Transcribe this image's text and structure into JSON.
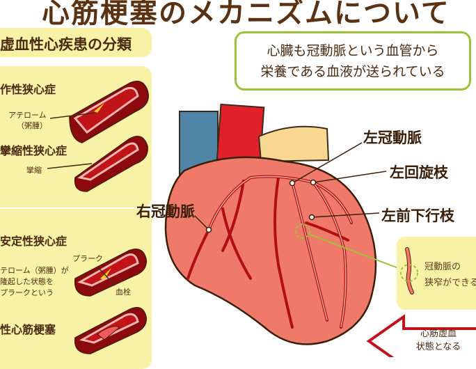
{
  "title": "心筋梗塞のメカニズムについて",
  "section_header": "虚血性心疾患の分類",
  "panel1": {
    "heading1": "作性狭心症",
    "label_atheroma_1": "アテローム",
    "label_atheroma_2": "（粥腫）",
    "heading2": "攣縮性狭心症",
    "label_spasm": "攣縮"
  },
  "panel2": {
    "heading1": "安定性狭心症",
    "desc": [
      "テローム（粥腫）が",
      "隆起した状態を",
      "プラークという"
    ],
    "label_plaque": "プラーク",
    "label_thrombus": "血栓",
    "heading2": "性心筋梗塞"
  },
  "bubble": {
    "line1": "心臓も冠動脈という血管から",
    "line2": "栄養である血液が送られている"
  },
  "vessels": {
    "left_coronary": "左冠動脈",
    "circumflex": "左回旋枝",
    "lad": "左前下行枝",
    "right_coronary": "右冠動脈"
  },
  "note": {
    "line1": "冠動脈の",
    "line2": "狭窄ができる"
  },
  "arrow": {
    "line1": "心筋虚血",
    "line2": "状態となる"
  },
  "colors": {
    "panel": "#f8f2a6",
    "title": "#5a3212",
    "accent_green": "#9cc23a",
    "heart": "#f07a6a",
    "artery": "#b00e12"
  }
}
